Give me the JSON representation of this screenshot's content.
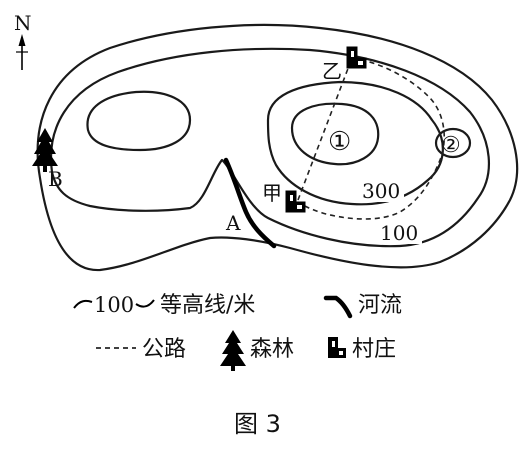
{
  "compass": {
    "label": "N"
  },
  "map": {
    "contour_labels": [
      "300",
      "100"
    ],
    "peak_labels": [
      "①",
      "②"
    ],
    "place_labels": {
      "a": "A",
      "b": "B",
      "jia": "甲",
      "yi": "乙"
    }
  },
  "legend": {
    "contour_value": "100",
    "contour": "等高线/米",
    "river": "河流",
    "road": "公路",
    "forest": "森林",
    "village": "村庄"
  },
  "caption": "图 3"
}
